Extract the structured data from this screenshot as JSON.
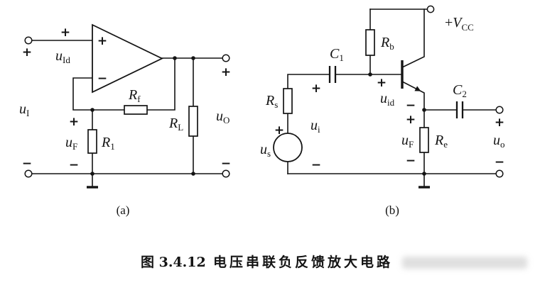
{
  "caption": {
    "figure_number": "图 3.4.12",
    "title": "电压串联负反馈放大电路"
  },
  "signs": {
    "plus": "+",
    "minus": "−"
  },
  "circuit_a": {
    "sublabel": "(a)",
    "u_Id": {
      "main": "u",
      "sub": "Id"
    },
    "u_I": {
      "main": "u",
      "sub": "I"
    },
    "R_f": {
      "main": "R",
      "sub": "f"
    },
    "R_1": {
      "main": "R",
      "sub": "1"
    },
    "u_F": {
      "main": "u",
      "sub": "F"
    },
    "R_L": {
      "main": "R",
      "sub": "L"
    },
    "u_O": {
      "main": "u",
      "sub": "O"
    }
  },
  "circuit_b": {
    "sublabel": "(b)",
    "V_CC": {
      "prefix": "+",
      "main": "V",
      "sub": "CC"
    },
    "R_b": {
      "main": "R",
      "sub": "b"
    },
    "C_1": {
      "main": "C",
      "sub": "1"
    },
    "C_2": {
      "main": "C",
      "sub": "2"
    },
    "R_s": {
      "main": "R",
      "sub": "s"
    },
    "u_s": {
      "main": "u",
      "sub": "s"
    },
    "u_i": {
      "main": "u",
      "sub": "i"
    },
    "u_id": {
      "main": "u",
      "sub": "id"
    },
    "R_e": {
      "main": "R",
      "sub": "e"
    },
    "u_F": {
      "main": "u",
      "sub": "F"
    },
    "u_o": {
      "main": "u",
      "sub": "o"
    }
  }
}
